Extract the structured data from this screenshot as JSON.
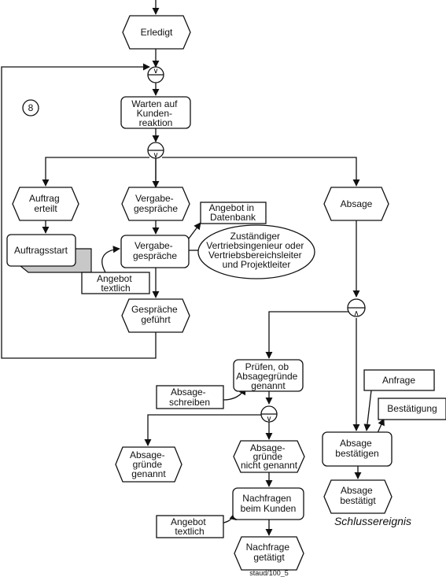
{
  "events": {
    "erledigt": [
      "Erledigt"
    ],
    "auftrag_erteilt": [
      "Auftrag",
      "erteilt"
    ],
    "vergabegespraeche_event": [
      "Vergabe-",
      "gespräche"
    ],
    "absage": [
      "Absage"
    ],
    "gespraeche_gefuehrt": [
      "Gespräche",
      "geführt"
    ],
    "absagegruende_genannt": [
      "Absage-",
      "gründe",
      "genannt"
    ],
    "absagegruende_nicht_genannt": [
      "Absage-",
      "gründe",
      "nicht genannt"
    ],
    "absage_bestaetigt": [
      "Absage",
      "bestätigt"
    ],
    "nachfrage_getaetigt": [
      "Nachfrage",
      "getätigt"
    ]
  },
  "functions": {
    "warten": [
      "Warten auf",
      "Kunden-",
      "reaktion"
    ],
    "vergabegespraeche": [
      "Vergabe-",
      "gespräche"
    ],
    "pruefen": [
      "Prüfen, ob",
      "Absagegründe",
      "genannt"
    ],
    "absage_bestaetigen": [
      "Absage",
      "bestätigen"
    ],
    "nachfragen": [
      "Nachfragen",
      "beim Kunden"
    ]
  },
  "documents": {
    "angebot_datenbank": [
      "Angebot in",
      "Datenbank"
    ],
    "angebot_textlich_1": [
      "Angebot",
      "textlich"
    ],
    "absageschreiben": [
      "Absage-",
      "schreiben"
    ],
    "anfrage": [
      "Anfrage"
    ],
    "bestaetigung": [
      "Bestätigung"
    ],
    "angebot_textlich_2": [
      "Angebot",
      "textlich"
    ]
  },
  "org_unit": [
    "Zuständiger",
    "Vertriebsingenieur oder",
    "Vertriebsbereichsleiter",
    "und Projektleiter"
  ],
  "process_path": [
    "Auftragsstart"
  ],
  "connectors": {
    "xor_join": "∨",
    "xor_split": "∨",
    "and_join": "∧",
    "xor_split_2": "∨"
  },
  "step_number": "8",
  "caption_end_event": "Schlussereignis",
  "footer": "staud/100_5"
}
